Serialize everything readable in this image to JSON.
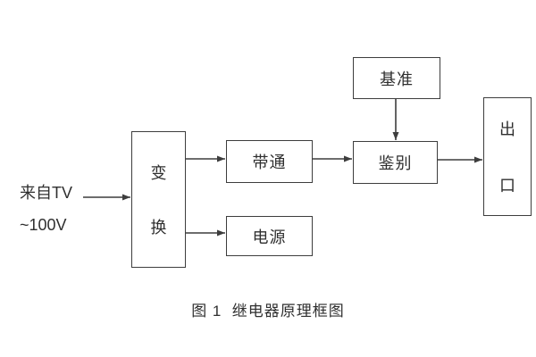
{
  "diagram": {
    "input": {
      "line1": "来自TV",
      "line2": "~100V"
    },
    "blocks": {
      "transform": "变换",
      "bandpass": "带通",
      "power": "电源",
      "reference": "基准",
      "discriminator": "鉴别",
      "output": "出口"
    },
    "caption": "图 1  继电器原理框图",
    "colors": {
      "line": "#3d3d3d",
      "text": "#2f2f2f",
      "background": "#ffffff"
    }
  }
}
